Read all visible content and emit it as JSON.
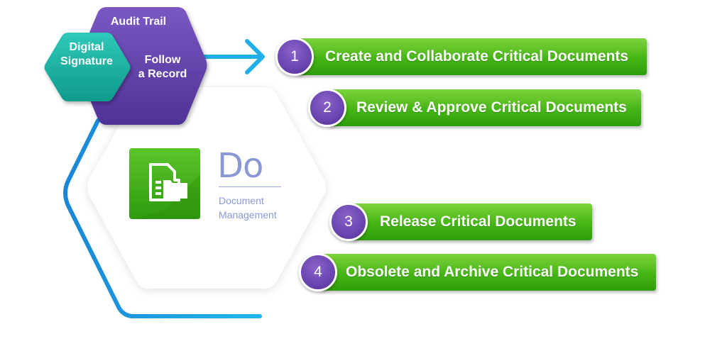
{
  "hexagons": {
    "audit_trail": "Audit Trail",
    "digital_signature": [
      "Digital",
      "Signature"
    ],
    "follow_record": [
      "Follow",
      "a Record"
    ]
  },
  "center": {
    "title": "Do",
    "subtitle": [
      "Document",
      "Management"
    ],
    "icon": "document-folder-icon"
  },
  "steps": [
    {
      "number": "1",
      "label": "Create and Collaborate Critical Documents"
    },
    {
      "number": "2",
      "label": "Review & Approve Critical Documents"
    },
    {
      "number": "3",
      "label": "Release Critical Documents"
    },
    {
      "number": "4",
      "label": "Obsolete and Archive Critical Documents"
    }
  ],
  "colors": {
    "purple": "#6a45b0",
    "teal": "#1fb6a6",
    "green": "#45b515",
    "blue_line": "#1aa0e0",
    "do_text": "#8a98d6"
  }
}
